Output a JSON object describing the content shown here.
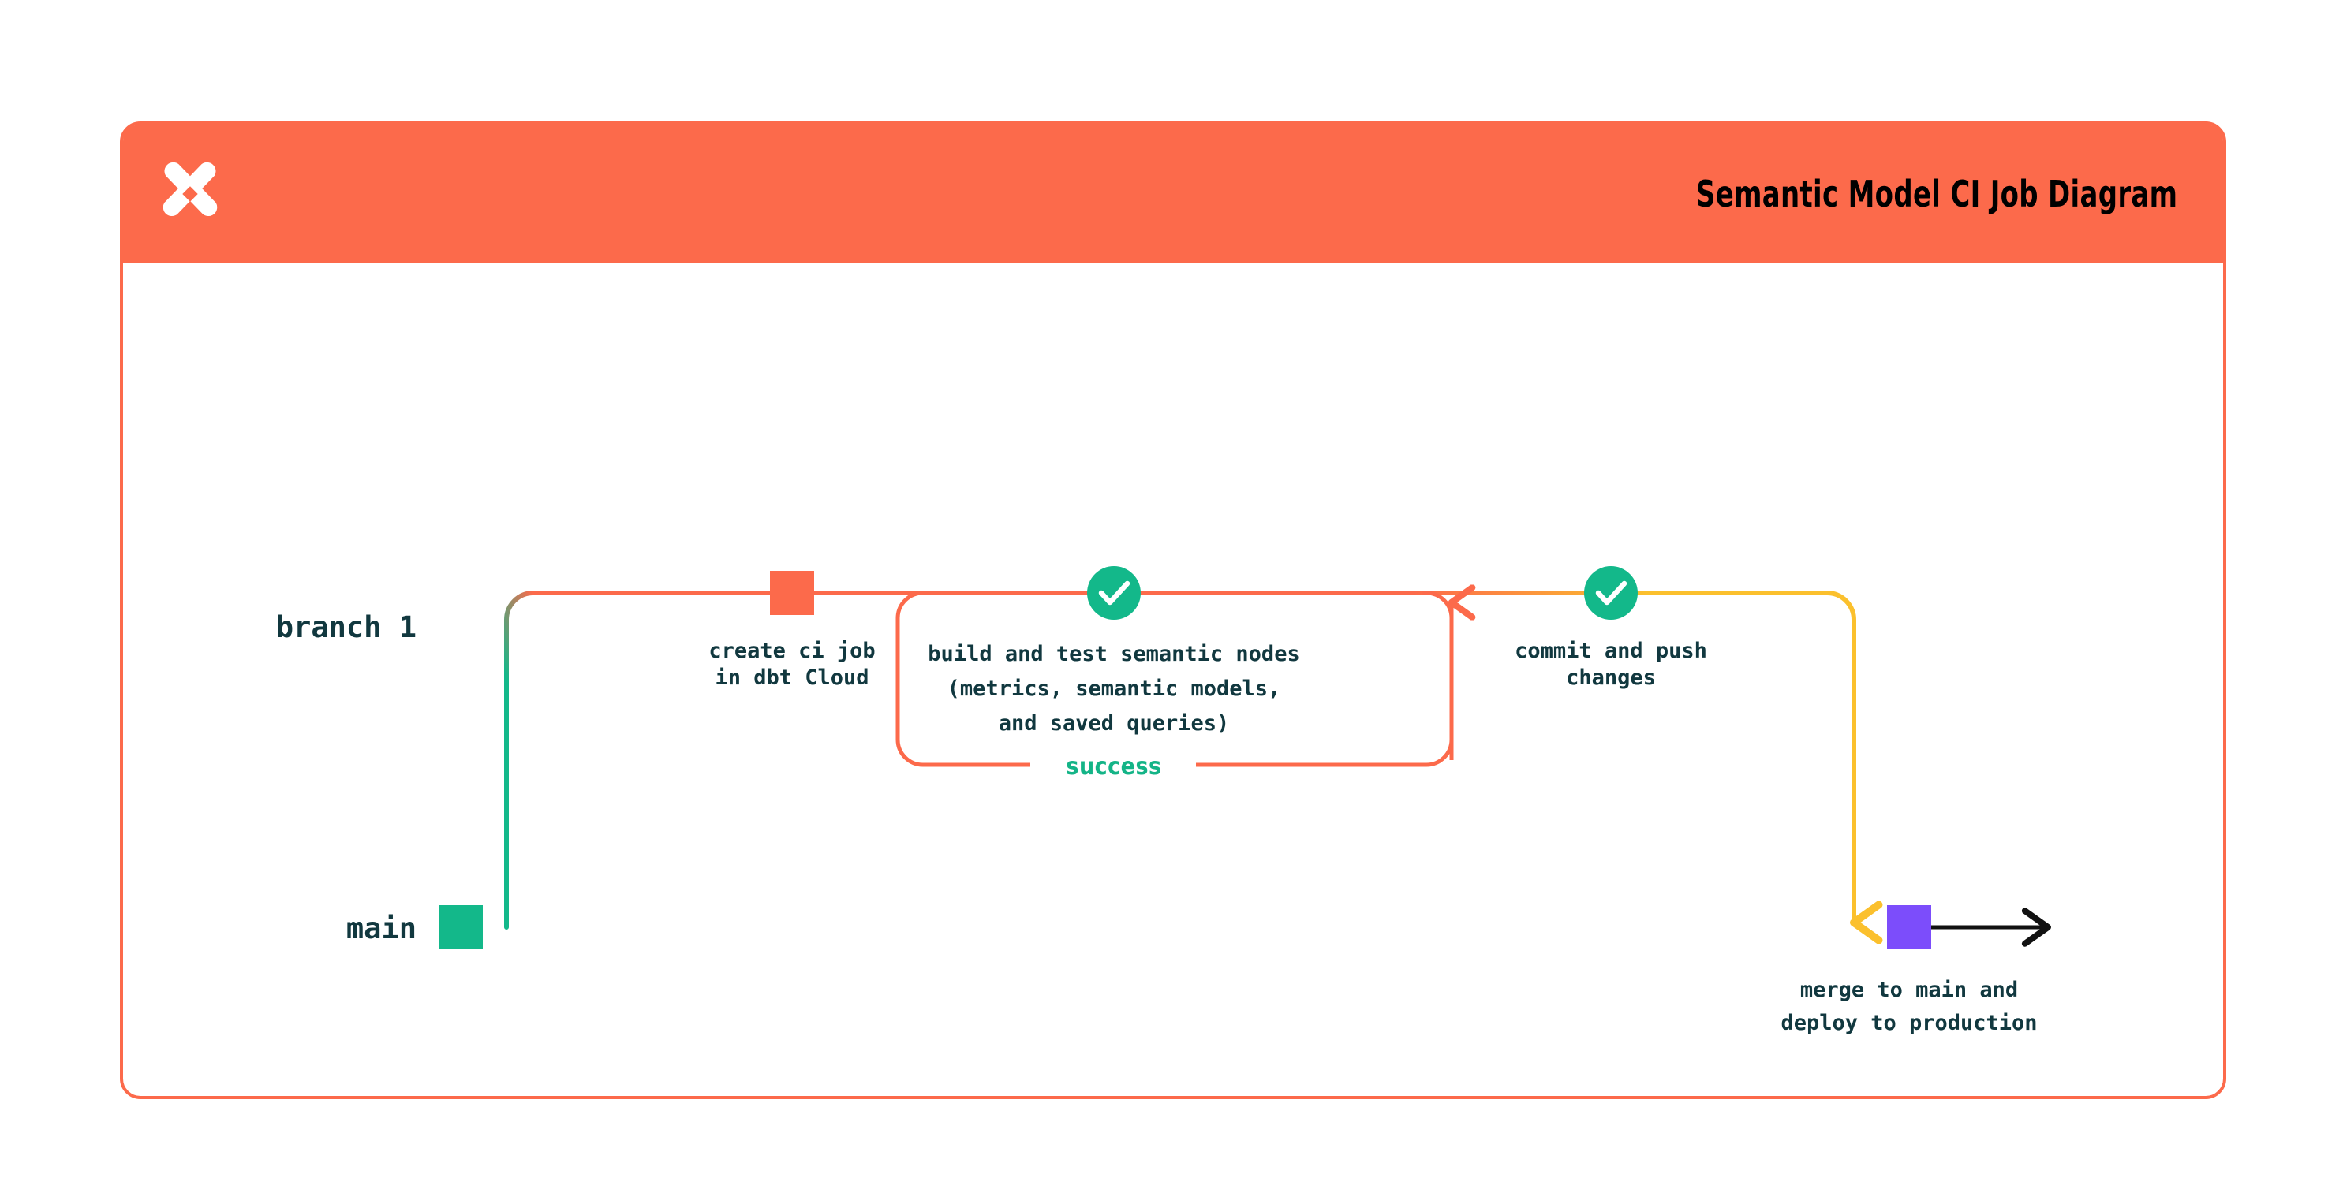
{
  "card": {
    "title": "Semantic Model CI Job Diagram",
    "logo_icon": "dbt-logo-icon",
    "border_color": "#fc6a4b",
    "header_color": "#fc6a4b"
  },
  "diagram": {
    "type": "git-branch-flow",
    "lanes": [
      {
        "id": "branch",
        "label": "branch 1",
        "color": "#fc6a4b"
      },
      {
        "id": "main",
        "label": "main",
        "color": "#13b88a"
      }
    ],
    "nodes": [
      {
        "id": "main-commit",
        "lane": "main",
        "marker": "square",
        "color": "#13b88a",
        "label": ""
      },
      {
        "id": "create-ci-job",
        "lane": "branch",
        "marker": "square",
        "color": "#fc6a4b",
        "label": [
          "create ci job",
          "in dbt Cloud"
        ]
      },
      {
        "id": "build-and-test",
        "lane": "branch",
        "marker": "check-circle",
        "color": "#13b88a",
        "label": [
          "build and test semantic nodes",
          "(metrics, semantic models,",
          "and saved queries)"
        ]
      },
      {
        "id": "commit-and-push",
        "lane": "branch",
        "marker": "check-circle",
        "color": "#13b88a",
        "label": [
          "commit and push",
          "changes"
        ]
      },
      {
        "id": "merge-to-main",
        "lane": "main",
        "marker": "square",
        "color": "#7c4dfb",
        "label": [
          "merge to main and",
          "deploy to production"
        ]
      }
    ],
    "edges": [
      {
        "id": "loop-success",
        "label": "success",
        "color": "#fc6a4b",
        "label_color": "#14b487"
      },
      {
        "id": "merge-arrow",
        "label": "",
        "color": "#fbc02d"
      },
      {
        "id": "main-continues",
        "label": "",
        "color": "#111111"
      }
    ],
    "colors": {
      "orange": "#fc6a4b",
      "green": "#13b88a",
      "yellow": "#fbc02d",
      "purple": "#7c4dfb",
      "navy": "#11383f",
      "black": "#111111"
    }
  }
}
